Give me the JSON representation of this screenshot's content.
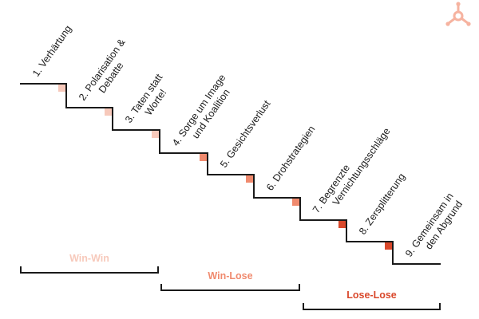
{
  "steps": [
    {
      "number": "1.",
      "lines": [
        "Verhärtung"
      ],
      "marker_color": ""
    },
    {
      "number": "2.",
      "lines": [
        "Polarisation &",
        "Debatte"
      ],
      "marker_color": "#f7c9bb"
    },
    {
      "number": "3.",
      "lines": [
        "Taten statt",
        "Worte!"
      ],
      "marker_color": "#f7c9bb"
    },
    {
      "number": "4.",
      "lines": [
        "Sorge um Image",
        "und Koalition"
      ],
      "marker_color": "#f7c9bb"
    },
    {
      "number": "5.",
      "lines": [
        "Gesichtsverlust"
      ],
      "marker_color": "#f08a6e"
    },
    {
      "number": "6.",
      "lines": [
        "Drohstrategien"
      ],
      "marker_color": "#f08a6e"
    },
    {
      "number": "7.",
      "lines": [
        "Begrenzte",
        "Vernichtungsschläge"
      ],
      "marker_color": "#f08a6e"
    },
    {
      "number": "8.",
      "lines": [
        "Zersplitterung"
      ],
      "marker_color": "#d9482b"
    },
    {
      "number": "9.",
      "lines": [
        "Gemeinsam in",
        "den Abgrund"
      ],
      "marker_color": "#d9482b"
    }
  ],
  "phases": [
    {
      "label": "Win-Win",
      "color": "#f7c9bb"
    },
    {
      "label": "Win-Lose",
      "color": "#f08a6e"
    },
    {
      "label": "Lose-Lose",
      "color": "#d9482b"
    }
  ],
  "colors": {
    "stair": "#1a1a1a",
    "logo": "#f6b3a0"
  },
  "logo_icon": "hubspot-sprocket-icon"
}
